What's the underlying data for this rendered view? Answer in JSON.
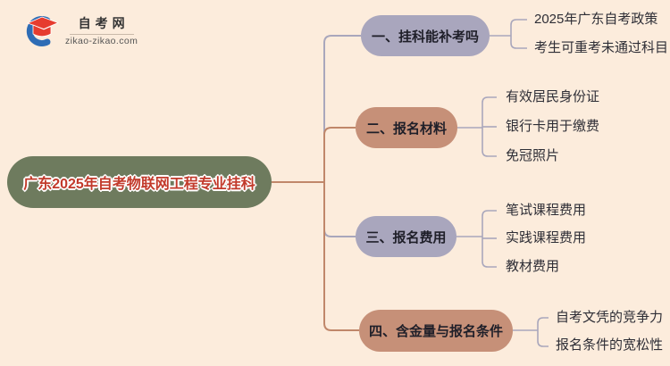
{
  "logo": {
    "title": "自考网",
    "domain": "zikao-zikao.com",
    "icon": "graduation-cap-with-blue-crescent"
  },
  "root": {
    "label": "广东2025年自考物联网工程专业挂科"
  },
  "branches": [
    {
      "label": "一、挂科能补考吗",
      "color_key": "lavender",
      "children": [
        "2025年广东自考政策",
        "考生可重考未通过科目"
      ]
    },
    {
      "label": "二、报名材料",
      "color_key": "terracotta",
      "children": [
        "有效居民身份证",
        "银行卡用于缴费",
        "免冠照片"
      ]
    },
    {
      "label": "三、报名费用",
      "color_key": "lavender",
      "children": [
        "笔试课程费用",
        "实践课程费用",
        "教材费用"
      ]
    },
    {
      "label": "四、含金量与报名条件",
      "color_key": "terracotta",
      "children": [
        "自考文凭的竞争力",
        "报名条件的宽松性"
      ]
    }
  ],
  "colors": {
    "background": "#fcecdc",
    "root_fill": "#6e7b5e",
    "root_text": "#c23a2b",
    "branch_lavender": "#a9a6bd",
    "branch_terracotta": "#c69078",
    "branch_text": "#1f1f29",
    "child_text": "#2e2e36",
    "connector_terracotta": "#c0876a",
    "connector_lavender": "#a9a7bc",
    "logo_blue": "#2e6cb5",
    "logo_red": "#e63c2f",
    "logo_text": "#333333",
    "logo_domain": "#555555"
  }
}
